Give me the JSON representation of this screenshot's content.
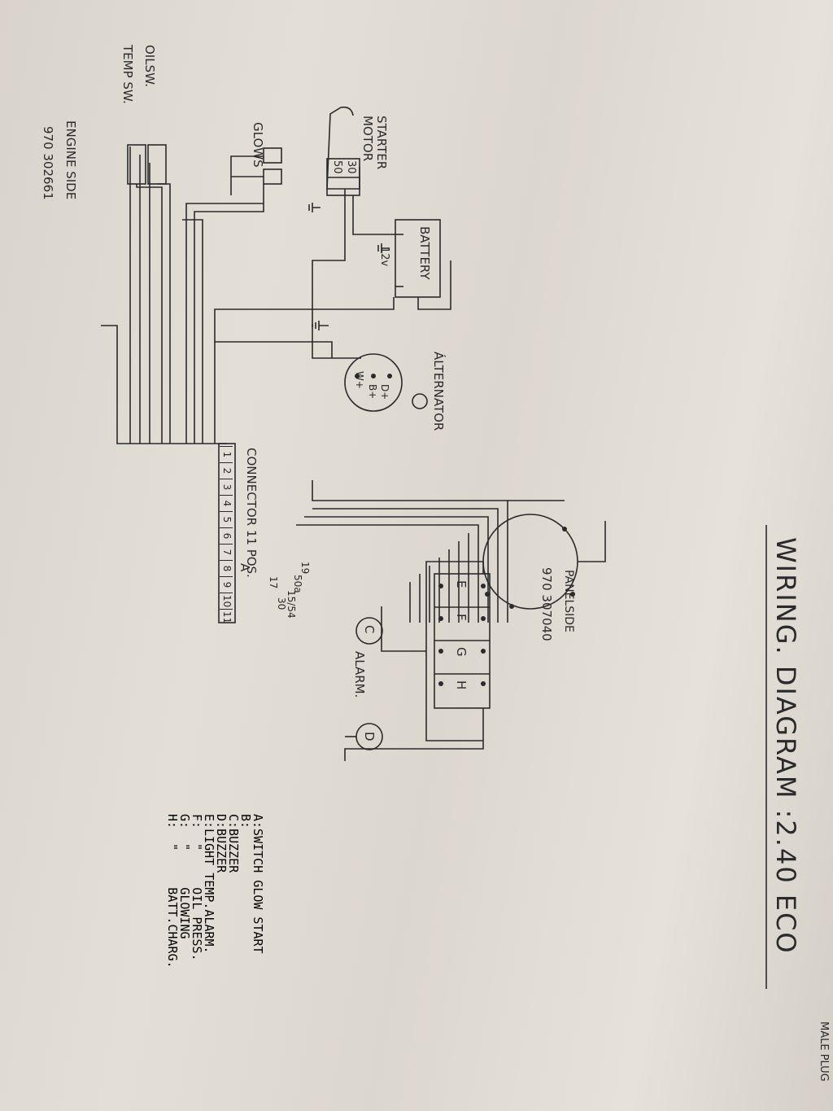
{
  "title": "WIRING. DIAGRAM :2.40 ECO",
  "male_plug": "MALE PLUG",
  "labels": {
    "alternator": "ÁLTERNATOR",
    "alt_d": "D+",
    "alt_b": "B+",
    "alt_w": "W+",
    "connector": "CONNECTOR 11 POS.",
    "battery": "BATTERY",
    "battery_v": "12v",
    "starter": "STARTER",
    "motor": "MOTOR",
    "term_30": "30",
    "term_50": "50",
    "glows": "GLOWS",
    "oil_sw": "OILSW.",
    "temp_sw": "TEMP SW.",
    "engine_side": "ENGINE SIDE",
    "engine_part": "970 302661",
    "panel_side": "PANELSIDE",
    "panel_part": "970 307040",
    "alarm": "ALARM.",
    "switch_a": "A",
    "sw_19": "19",
    "sw_17": "17",
    "sw_50a": "50a",
    "sw_15_54": "15/54",
    "sw_30": "30",
    "buzzer_c": "C",
    "buzzer_d": "D",
    "light_e": "E",
    "light_f": "F",
    "light_g": "G",
    "light_h": "H"
  },
  "connector_pins": [
    "1",
    "2",
    "3",
    "4",
    "5",
    "6",
    "7",
    "8",
    "9",
    "10",
    "11"
  ],
  "legend": [
    "A:SWITCH GLOW START",
    "B:",
    "C:BUZZER",
    "D:BUZZER",
    "E:LIGHT TEMP.ALARM.",
    "F:  \"     OIL PRESS.",
    "G:  \"     GLOWING",
    "H:  \"     BATT.CHARG."
  ],
  "colors": {
    "ink": "#2a2a2c",
    "paper": "#e2ded6"
  }
}
